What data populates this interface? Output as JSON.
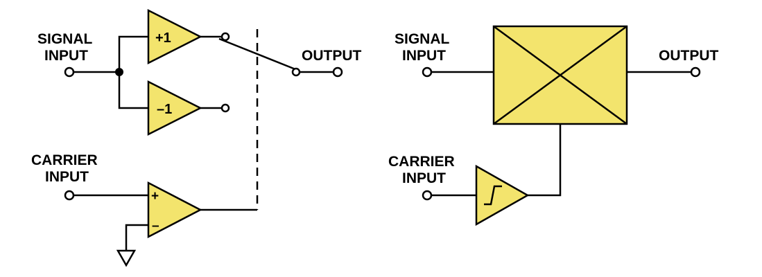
{
  "colors": {
    "fill": "#F3E46D",
    "line": "#000000"
  },
  "left": {
    "signal_input": [
      "SIGNAL",
      "INPUT"
    ],
    "carrier_input": [
      "CARRIER",
      "INPUT"
    ],
    "output": "OUTPUT",
    "buffer_gain": "+1",
    "inverter_gain": "–1",
    "comparator_plus": "+",
    "comparator_minus": "–"
  },
  "right": {
    "signal_input": [
      "SIGNAL",
      "INPUT"
    ],
    "carrier_input": [
      "CARRIER",
      "INPUT"
    ],
    "output": "OUTPUT"
  }
}
